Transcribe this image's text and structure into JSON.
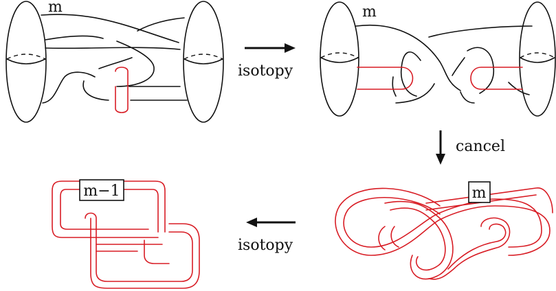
{
  "panels": {
    "top_left": {
      "label": "m"
    },
    "top_right": {
      "label": "m"
    },
    "bottom_right": {
      "box_label": "m"
    },
    "bottom_left": {
      "box_label": "m−1"
    }
  },
  "arrows": {
    "top": {
      "label": "isotopy"
    },
    "right": {
      "label": "cancel"
    },
    "bottom": {
      "label": "isotopy"
    }
  },
  "colors": {
    "knot": "#111111",
    "handle": "#d81c24"
  }
}
